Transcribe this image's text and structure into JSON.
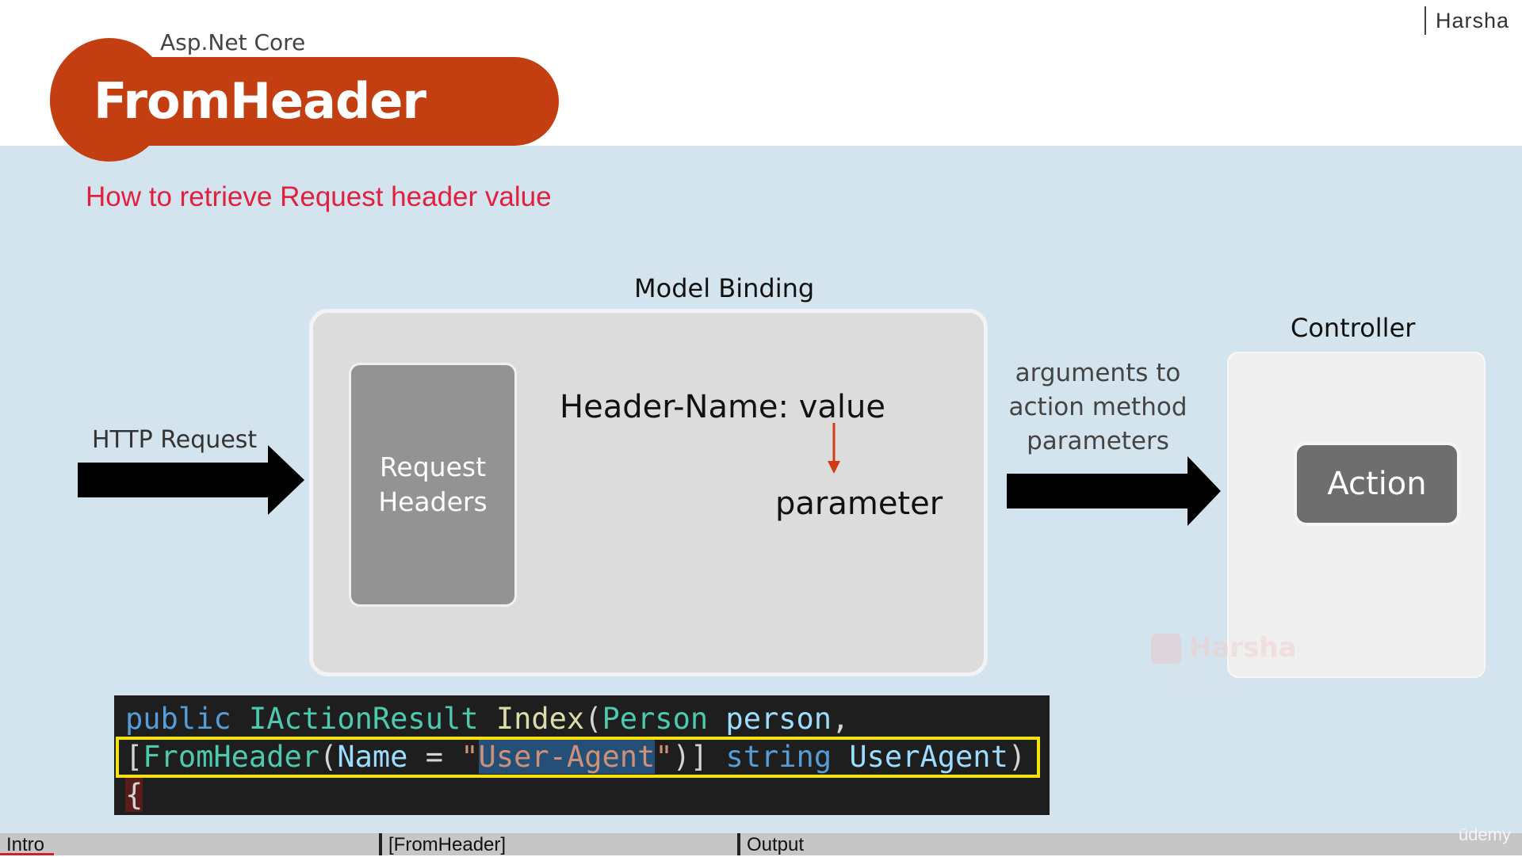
{
  "author": "Harsha",
  "course": {
    "subject": "Asp.Net Core",
    "title": "FromHeader",
    "tagline": "How to retrieve Request header value"
  },
  "diagram": {
    "model_binding_label": "Model Binding",
    "request_headers_label": "Request\nHeaders",
    "header_text": "Header-Name: value",
    "parameter_label": "parameter",
    "http_request_label": "HTTP Request",
    "args_label": "arguments to\naction method\nparameters",
    "controller_label": "Controller",
    "action_label": "Action"
  },
  "watermark": {
    "name": "Harsha",
    "sub": "Web University"
  },
  "code": {
    "line1": {
      "kw": "public",
      "type": "IActionResult",
      "fn": "Index",
      "paren": "(",
      "param_type": "Person",
      "param": "person",
      "comma": ","
    },
    "line2": {
      "open": "[",
      "attr": "FromHeader",
      "paren_open": "(",
      "name_prop": "Name",
      "eq": " = ",
      "quote_open": "\"",
      "string_value": "User-Agent",
      "quote_close": "\"",
      "close": ")]",
      "type_kw": "string",
      "param": "UserAgent",
      "paren_close": ")"
    },
    "line3": {
      "brace": "{"
    }
  },
  "status_bar": {
    "segments": [
      "Intro",
      "[FromHeader]",
      "Output"
    ]
  },
  "brand": "ūdemy",
  "colors": {
    "accent": "#c33f12",
    "tagline": "#e0203e",
    "slide_bg": "#d4e4ee",
    "code_highlight": "#f5e20a"
  },
  "icons": {
    "right_arrow": "arrow-right-icon",
    "down_arrow": "arrow-down-icon"
  }
}
